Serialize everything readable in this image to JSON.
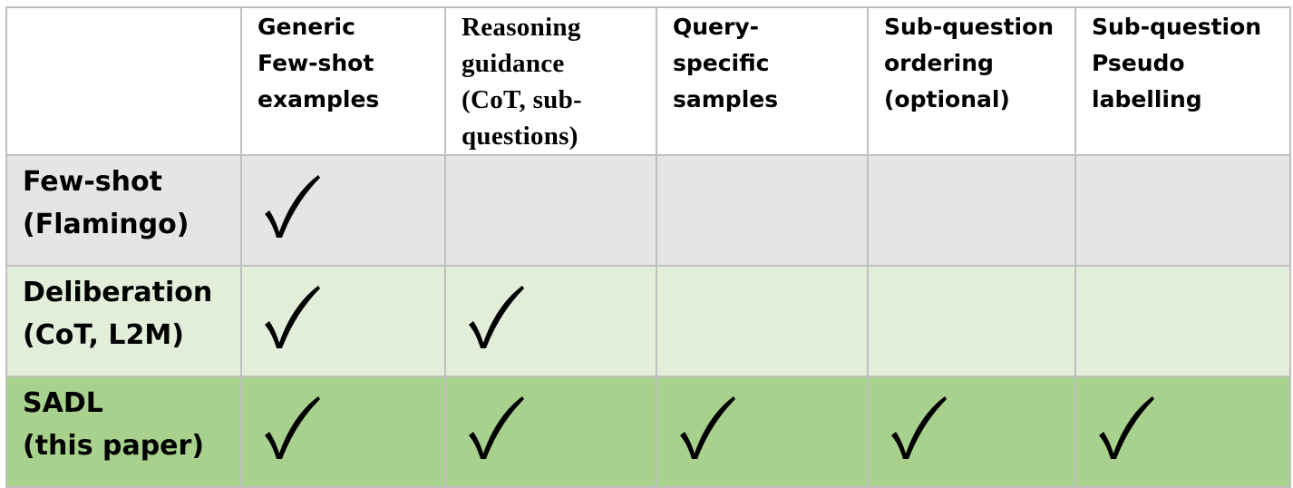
{
  "table": {
    "header_cells": [
      {
        "lines": []
      },
      {
        "lines": [
          "Generic",
          "Few-shot",
          "examples"
        ]
      },
      {
        "lines": [
          "Reasoning",
          "guidance",
          "(CoT, sub-",
          "questions)"
        ]
      },
      {
        "lines": [
          "Query-",
          "specific",
          "samples"
        ]
      },
      {
        "lines": [
          "Sub-question",
          "ordering",
          "(optional)"
        ]
      },
      {
        "lines": [
          "Sub-question",
          "Pseudo",
          "labelling"
        ]
      }
    ],
    "rows": [
      {
        "label_lines": [
          "Few-shot",
          "(Flamingo)"
        ],
        "background": "#e5e5e5",
        "checks": [
          true,
          false,
          false,
          false,
          false
        ]
      },
      {
        "label_lines": [
          "Deliberation",
          "(CoT, L2M)"
        ],
        "background": "#e2eed9",
        "checks": [
          true,
          true,
          false,
          false,
          false
        ]
      },
      {
        "label_lines": [
          "SADL",
          "(this paper)"
        ],
        "background": "#a9d18e",
        "checks": [
          true,
          true,
          true,
          true,
          true
        ]
      }
    ],
    "check_icon": "checkmark-icon",
    "border_color": "#bfbfbf"
  }
}
